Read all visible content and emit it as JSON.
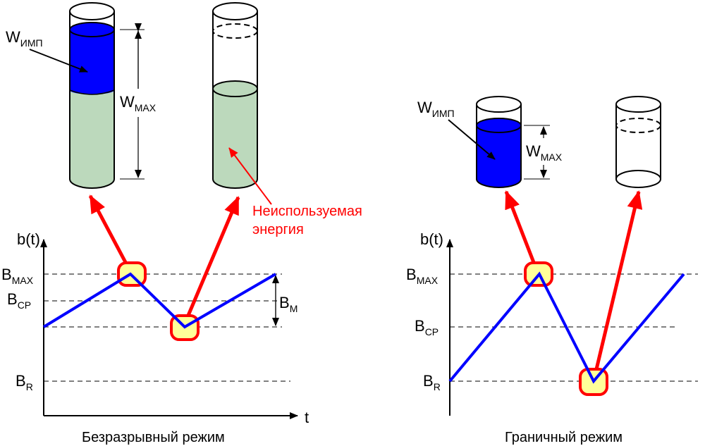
{
  "colors": {
    "blue": "#0000ff",
    "red": "#ff0000",
    "green_fill": "#bcd9bc",
    "yellow": "#ffff99",
    "black": "#000000"
  },
  "left": {
    "caption": "Безразрывный режим",
    "axis_y": "b(t)",
    "axis_x": "t",
    "levels": {
      "bmax": {
        "main": "B",
        "sub": "MAX"
      },
      "bcp": {
        "main": "B",
        "sub": "CP"
      },
      "br": {
        "main": "B",
        "sub": "R"
      }
    },
    "bm": {
      "main": "B",
      "sub": "M"
    },
    "w_imp": {
      "main": "W",
      "sub": "ИМП"
    },
    "w_max": {
      "main": "W",
      "sub": "MAX"
    },
    "unused_line1": "Неиспользуемая",
    "unused_line2": "энергия"
  },
  "right": {
    "caption": "Граничный режим",
    "axis_y": "b(t)",
    "levels": {
      "bmax": {
        "main": "B",
        "sub": "MAX"
      },
      "bcp": {
        "main": "B",
        "sub": "CP"
      },
      "br": {
        "main": "B",
        "sub": "R"
      }
    },
    "w_imp": {
      "main": "W",
      "sub": "ИМП"
    },
    "w_max": {
      "main": "W",
      "sub": "MAX"
    }
  }
}
